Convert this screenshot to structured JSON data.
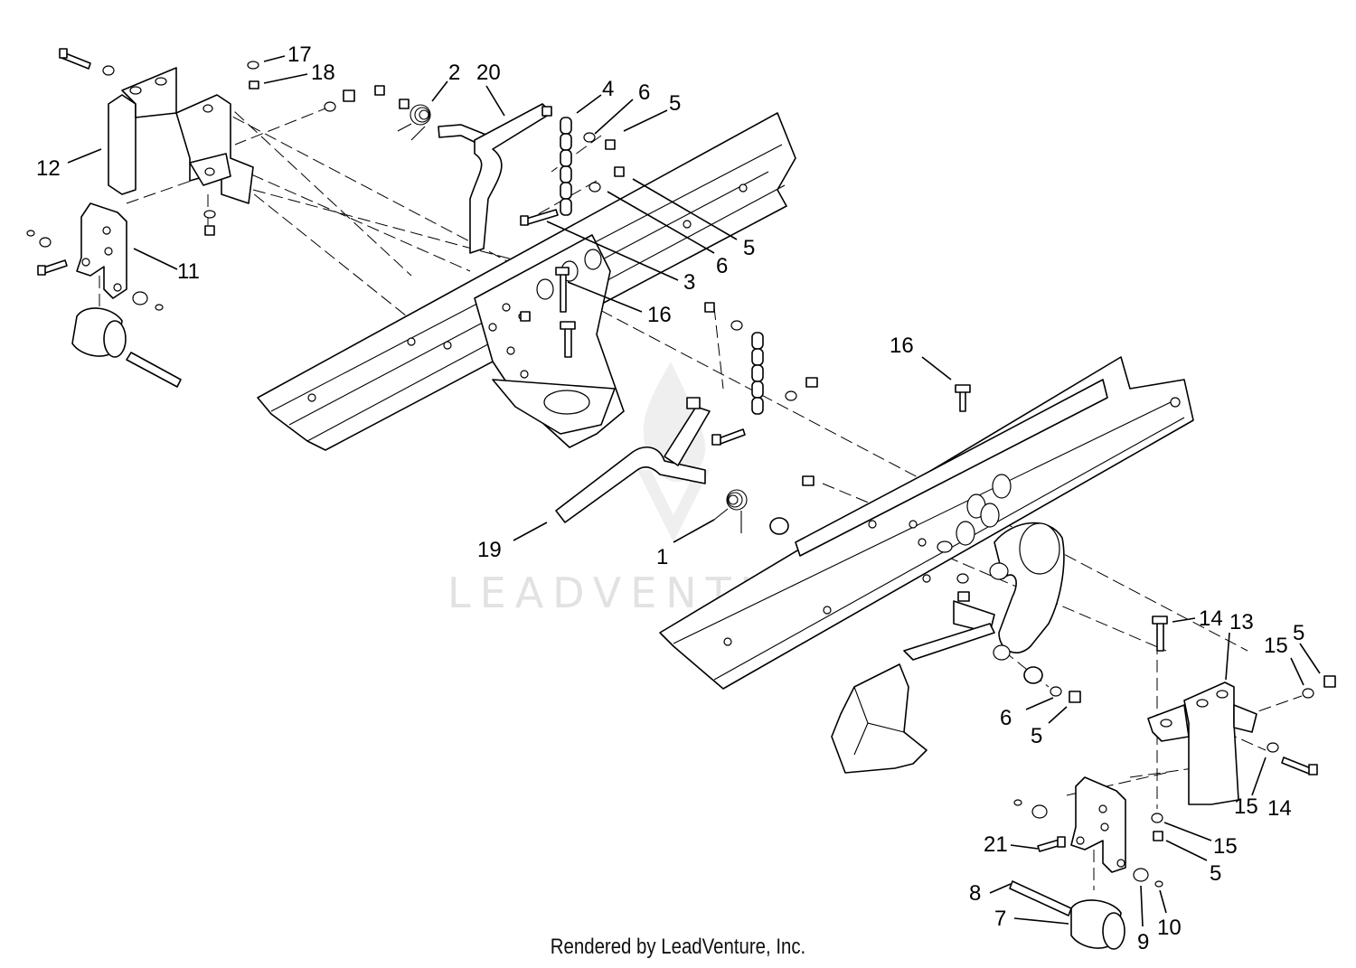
{
  "watermark": "LEADVENTURE",
  "footer": "Rendered by LeadVenture, Inc.",
  "callouts": [
    {
      "id": "c17",
      "label": "17"
    },
    {
      "id": "c18",
      "label": "18"
    },
    {
      "id": "c2",
      "label": "2"
    },
    {
      "id": "c20",
      "label": "20"
    },
    {
      "id": "c4",
      "label": "4"
    },
    {
      "id": "c6a",
      "label": "6"
    },
    {
      "id": "c5a",
      "label": "5"
    },
    {
      "id": "c12",
      "label": "12"
    },
    {
      "id": "c11",
      "label": "11"
    },
    {
      "id": "c5b",
      "label": "5"
    },
    {
      "id": "c6b",
      "label": "6"
    },
    {
      "id": "c3",
      "label": "3"
    },
    {
      "id": "c16a",
      "label": "16"
    },
    {
      "id": "c16b",
      "label": "16"
    },
    {
      "id": "c19",
      "label": "19"
    },
    {
      "id": "c1",
      "label": "1"
    },
    {
      "id": "c14a",
      "label": "14"
    },
    {
      "id": "c13",
      "label": "13"
    },
    {
      "id": "c15a",
      "label": "15"
    },
    {
      "id": "c5c",
      "label": "5"
    },
    {
      "id": "c6c",
      "label": "6"
    },
    {
      "id": "c5d",
      "label": "5"
    },
    {
      "id": "c15b",
      "label": "15"
    },
    {
      "id": "c14b",
      "label": "14"
    },
    {
      "id": "c21",
      "label": "21"
    },
    {
      "id": "c15c",
      "label": "15"
    },
    {
      "id": "c5e",
      "label": "5"
    },
    {
      "id": "c8",
      "label": "8"
    },
    {
      "id": "c7",
      "label": "7"
    },
    {
      "id": "c9",
      "label": "9"
    },
    {
      "id": "c10",
      "label": "10"
    }
  ]
}
